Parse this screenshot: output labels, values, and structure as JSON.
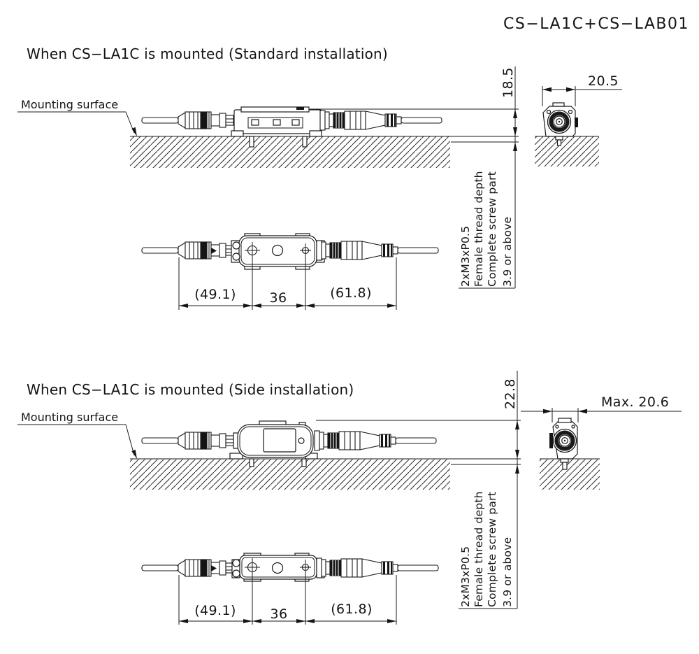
{
  "drawing": {
    "model_code": "CS−LA1C+CS−LAB01",
    "sections": [
      {
        "title": "When CS−LA1C is mounted (Standard installation)",
        "mounting_surface_label": "Mounting surface",
        "height_dim": "18.5",
        "top_width_dim": "20.5",
        "thread_note_lines": [
          "2xM3xP0.5",
          "Female thread depth",
          "Complete screw part",
          "3.9 or above"
        ],
        "length_dims": {
          "left": "(49.1)",
          "middle": "36",
          "right": "(61.8)"
        }
      },
      {
        "title": "When CS−LA1C is mounted (Side installation)",
        "mounting_surface_label": "Mounting surface",
        "height_dim": "22.8",
        "top_width_dim": "Max. 20.6",
        "thread_note_lines": [
          "2xM3xP0.5",
          "Female thread depth",
          "Complete screw part",
          "3.9 or above"
        ],
        "length_dims": {
          "left": "(49.1)",
          "middle": "36",
          "right": "(61.8)"
        }
      }
    ],
    "colors": {
      "line": "#1a1a1a",
      "background": "#ffffff"
    }
  }
}
